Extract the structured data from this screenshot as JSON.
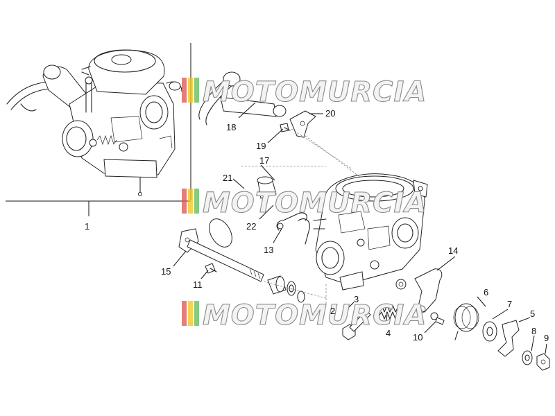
{
  "watermark": {
    "text": "MOTOMURCIA",
    "colors": [
      "#d9534f",
      "#f0c419",
      "#5cb85c"
    ]
  },
  "callouts": {
    "c1": "1",
    "c2": "2",
    "c3": "3",
    "c4": "4",
    "c5": "5",
    "c6": "6",
    "c7": "7",
    "c8": "8",
    "c9": "9",
    "c10": "10",
    "c11": "11",
    "c13": "13",
    "c14": "14",
    "c15": "15",
    "c17": "17",
    "c18": "18",
    "c19": "19",
    "c20": "20",
    "c21": "21",
    "c22": "22"
  }
}
